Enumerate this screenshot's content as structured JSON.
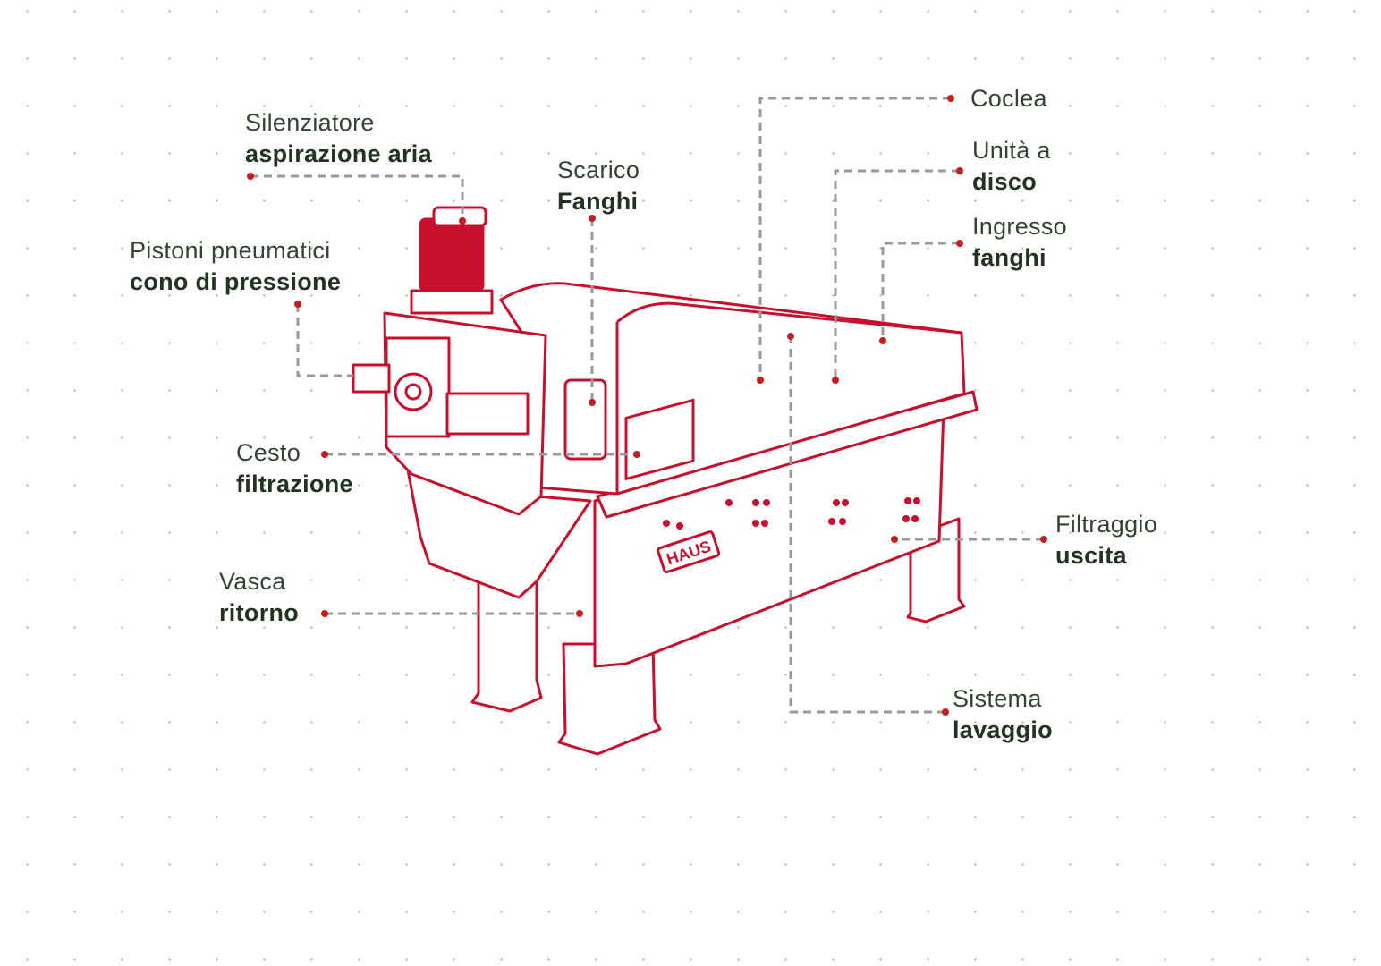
{
  "colors": {
    "machine": "#c8102e",
    "text": "#223322",
    "connector": "#9a9a9a",
    "marker": "#c41e1e"
  },
  "brand_badge": "HAUS",
  "callouts": [
    {
      "id": "silenziatore",
      "line1": "Silenziatore",
      "line2": "aspirazione aria"
    },
    {
      "id": "pistoni",
      "line1": "Pistoni pneumatici",
      "line2": "cono di pressione"
    },
    {
      "id": "scarico",
      "line1": "Scarico",
      "line2": "Fanghi"
    },
    {
      "id": "cesto",
      "line1": "Cesto",
      "line2": "filtrazione"
    },
    {
      "id": "vasca",
      "line1": "Vasca",
      "line2": "ritorno"
    },
    {
      "id": "coclea",
      "line1": "Coclea",
      "line2": ""
    },
    {
      "id": "unita",
      "line1": "Unità a",
      "line2": "disco"
    },
    {
      "id": "ingresso",
      "line1": "Ingresso",
      "line2": "fanghi"
    },
    {
      "id": "filtraggio",
      "line1": "Filtraggio",
      "line2": "uscita"
    },
    {
      "id": "sistema",
      "line1": "Sistema",
      "line2": "lavaggio"
    }
  ]
}
